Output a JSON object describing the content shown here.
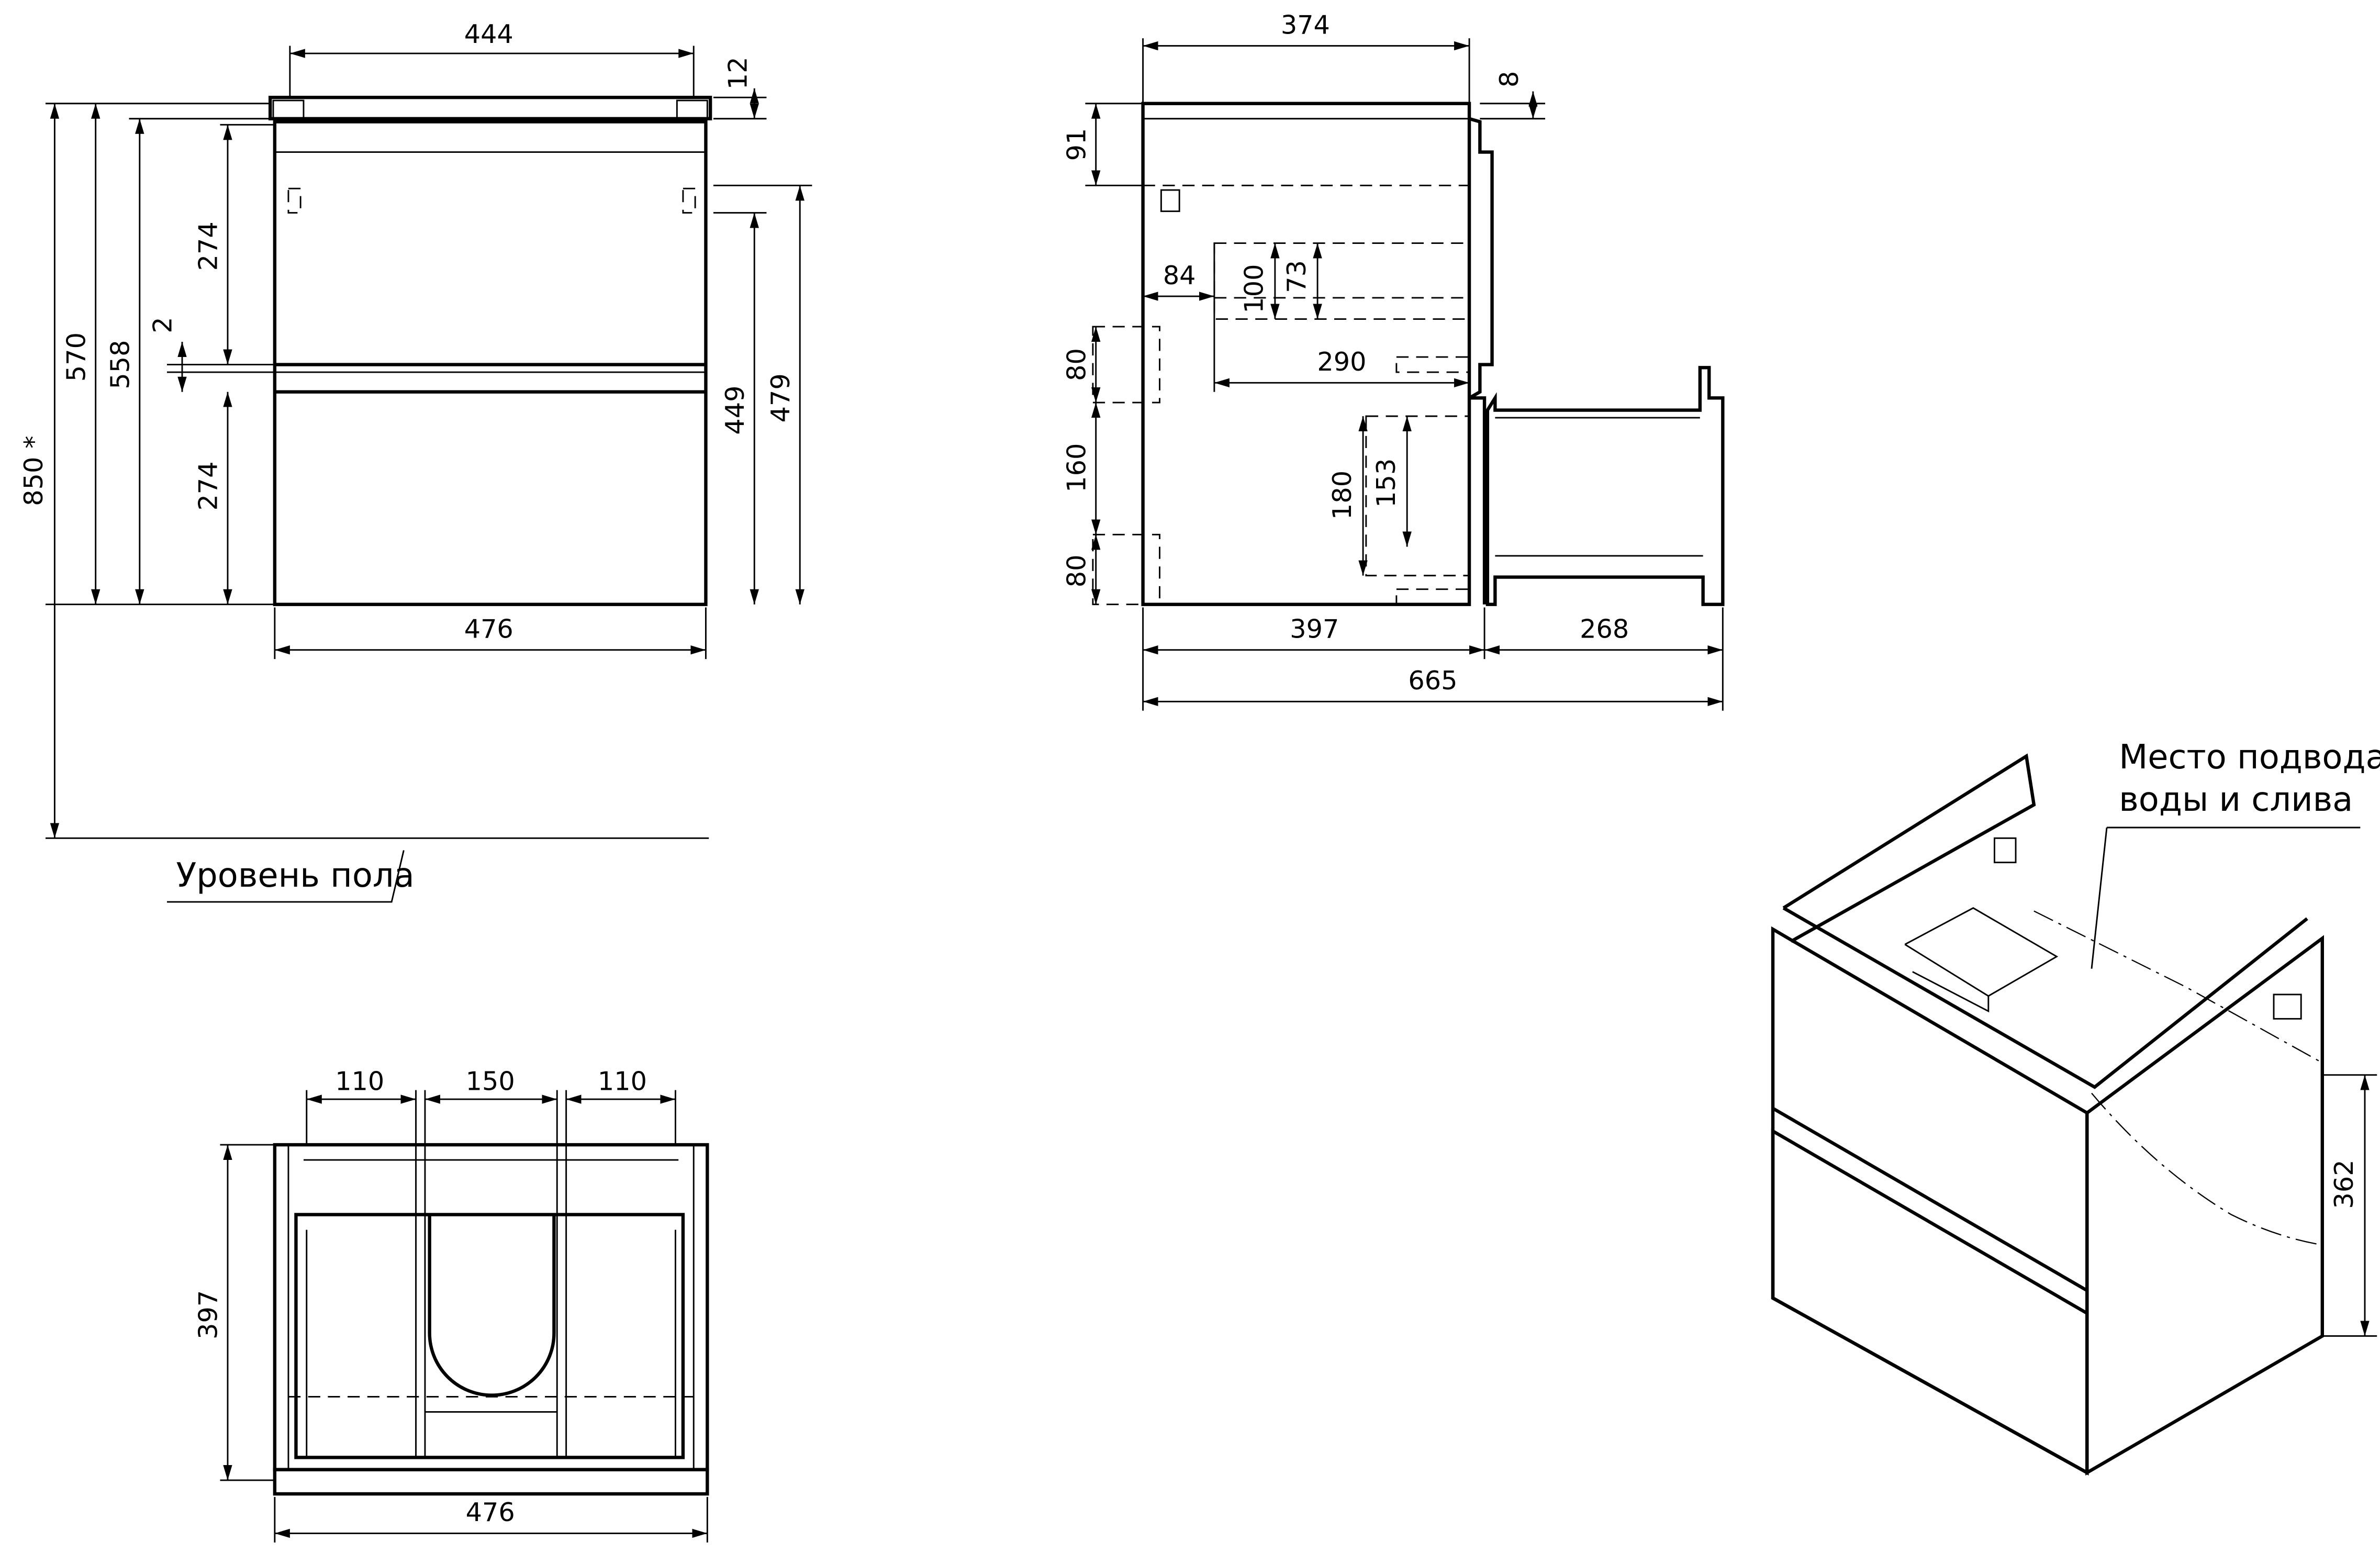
{
  "front_view": {
    "dims": {
      "top_width": "444",
      "top_thickness": "12",
      "height_570": "570",
      "height_558": "558",
      "total_height": "850 *",
      "upper_drawer": "274",
      "gap": "2",
      "lower_drawer": "274",
      "height_449": "449",
      "height_479": "479",
      "width": "476"
    },
    "floor_label": "Уровень пола"
  },
  "side_view": {
    "dims": {
      "depth_374": "374",
      "front_8": "8",
      "top_91": "91",
      "offset_84": "84",
      "siphon_100": "100",
      "siphon_73": "73",
      "depth_290": "290",
      "h_80_upper": "80",
      "h_160": "160",
      "h_80_lower": "80",
      "h_180": "180",
      "h_153": "153",
      "depth_397": "397",
      "drawer_out_268": "268",
      "total_665": "665"
    }
  },
  "top_view": {
    "dims": {
      "left_110": "110",
      "center_150": "150",
      "right_110": "110",
      "depth_397": "397",
      "width_476": "476"
    }
  },
  "iso_view": {
    "callout_line1": "Место подвода",
    "callout_line2": "воды и слива",
    "dims": {
      "height_362": "362"
    }
  }
}
